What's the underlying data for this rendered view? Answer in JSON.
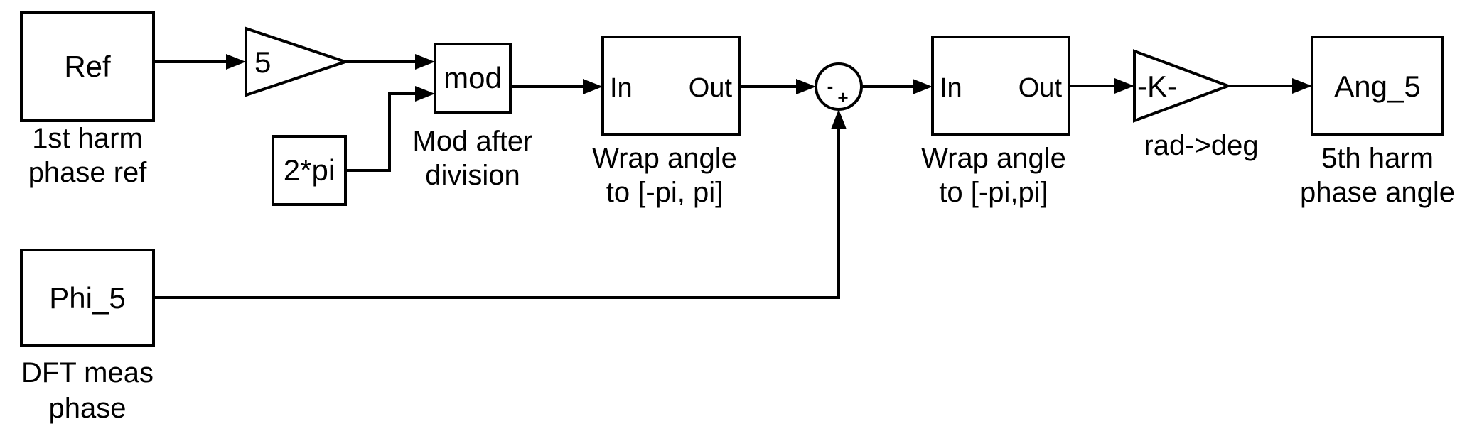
{
  "colors": {
    "stroke": "#000000",
    "background": "#ffffff"
  },
  "blocks": {
    "ref": {
      "label": "Ref",
      "caption": [
        "1st harm",
        "phase ref"
      ]
    },
    "phi": {
      "label": "Phi_5",
      "caption": [
        "DFT meas",
        "phase"
      ]
    },
    "gain5": {
      "label": "5"
    },
    "twopi": {
      "label": "2*pi"
    },
    "mod": {
      "label": "mod",
      "caption": [
        "Mod after",
        "division"
      ]
    },
    "wrap1": {
      "in_label": "In",
      "out_label": "Out",
      "caption": [
        "Wrap angle",
        "to [-pi, pi]"
      ]
    },
    "sum": {
      "minus": "-",
      "plus": "+"
    },
    "wrap2": {
      "in_label": "In",
      "out_label": "Out",
      "caption": [
        "Wrap angle",
        "to [-pi,pi]"
      ]
    },
    "gainK": {
      "label": "-K-",
      "caption": [
        "rad->deg"
      ]
    },
    "ang": {
      "label": "Ang_5",
      "caption": [
        "5th harm",
        "phase angle"
      ]
    }
  }
}
